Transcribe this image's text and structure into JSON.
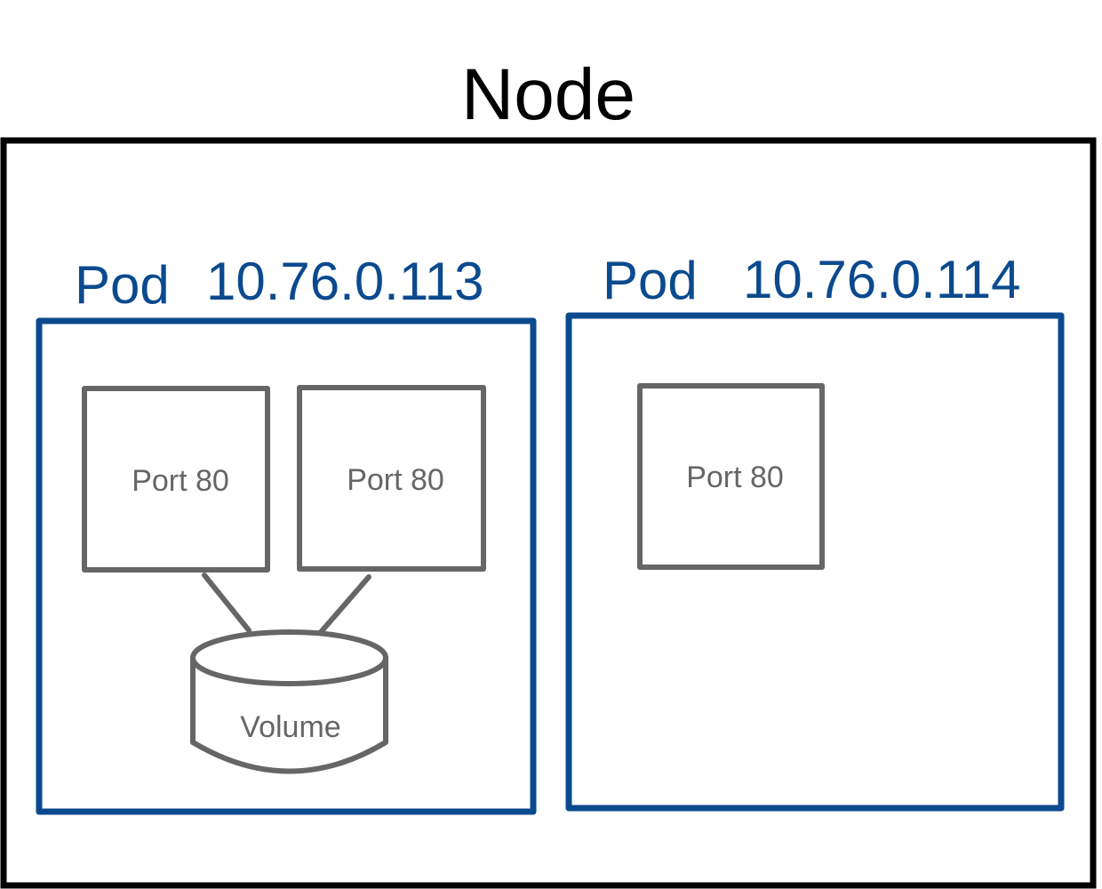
{
  "node": {
    "title": "Node"
  },
  "pods": [
    {
      "label": "Pod",
      "ip": "10.76.0.113",
      "containers": [
        {
          "label": "Port 80"
        },
        {
          "label": "Port 80"
        }
      ],
      "volume": {
        "label": "Volume"
      }
    },
    {
      "label": "Pod",
      "ip": "10.76.0.114",
      "containers": [
        {
          "label": "Port 80"
        }
      ]
    }
  ],
  "colors": {
    "node_border": "#000000",
    "pod": "#0b4a8f",
    "container": "#666666"
  }
}
